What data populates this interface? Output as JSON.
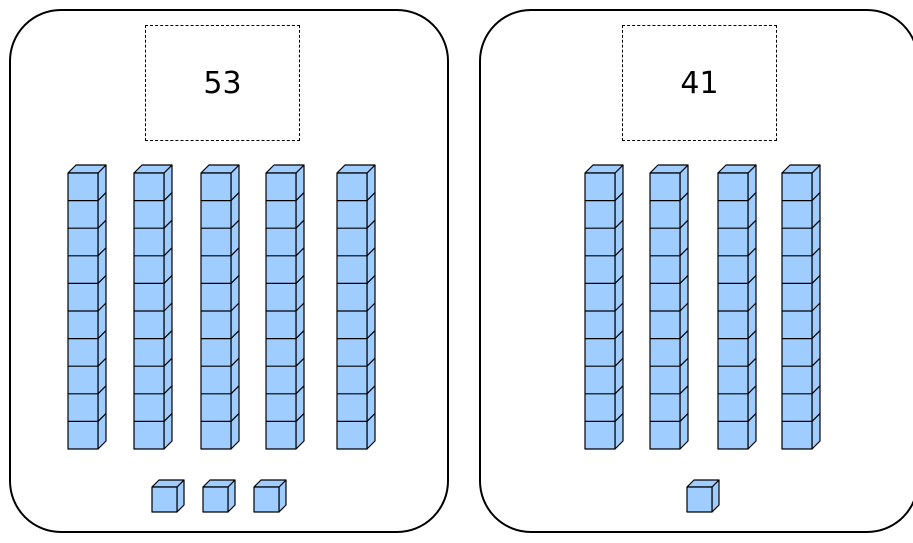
{
  "panels": [
    {
      "label": "53",
      "tens": 5,
      "ones": 3
    },
    {
      "label": "41",
      "tens": 4,
      "ones": 1
    }
  ],
  "colors": {
    "block_fill": "#9fcdff",
    "block_stroke": "#000000"
  }
}
